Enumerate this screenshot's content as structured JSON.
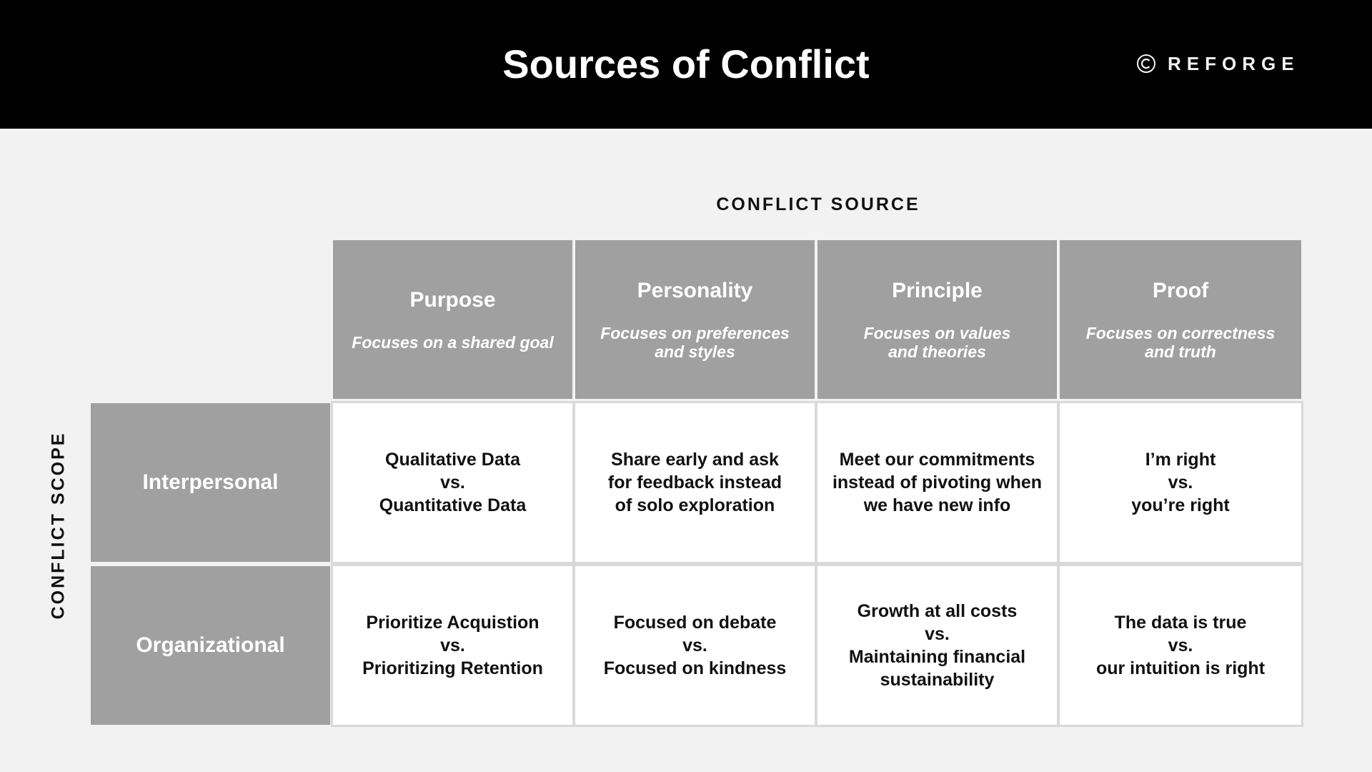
{
  "header": {
    "title": "Sources of Conflict",
    "brand_name": "REFORGE",
    "brand_icon": "circle-c-icon"
  },
  "matrix": {
    "column_axis_label": "CONFLICT SOURCE",
    "row_axis_label": "CONFLICT SCOPE",
    "columns": [
      {
        "title": "Purpose",
        "subtitle": "Focuses on a shared goal"
      },
      {
        "title": "Personality",
        "subtitle": "Focuses on preferences\nand styles"
      },
      {
        "title": "Principle",
        "subtitle": "Focuses on values\nand theories"
      },
      {
        "title": "Proof",
        "subtitle": "Focuses on correctness\nand truth"
      }
    ],
    "rows": [
      {
        "label": "Interpersonal",
        "cells": [
          "Qualitative Data\nvs.\nQuantitative Data",
          "Share early and ask\nfor feedback instead\nof solo exploration",
          "Meet our commitments\ninstead of pivoting when\nwe have new info",
          "I’m right\nvs.\nyou’re right"
        ]
      },
      {
        "label": "Organizational",
        "cells": [
          "Prioritize Acquistion\nvs.\nPrioritizing Retention",
          "Focused on debate\nvs.\nFocused on kindness",
          "Growth at all costs\nvs.\nMaintaining financial\nsustainability",
          "The data is true\nvs.\nour intuition is right"
        ]
      }
    ]
  },
  "colors": {
    "header_bg": "#000000",
    "page_bg": "#f2f2f2",
    "header_cell_bg": "#a0a0a0",
    "body_cell_bg": "#ffffff"
  }
}
